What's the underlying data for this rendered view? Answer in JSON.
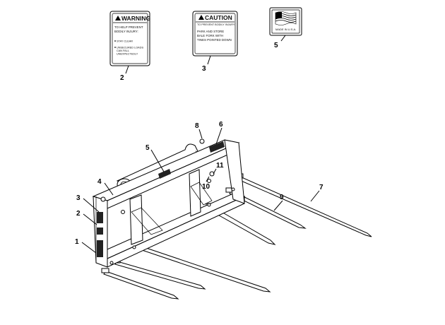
{
  "decals": {
    "warning": {
      "title": "WARNING",
      "line1": "TO HELP PREVENT",
      "line2": "BODILY INJURY:",
      "item1": "STAY CLEAR",
      "item2a": "UNSECURED LOADS",
      "item2b": "CAN FALL",
      "item2c": "UNEXPECTEDLY"
    },
    "caution": {
      "title": "CAUTION",
      "line1": "TO PREVENT BODILY INJURY",
      "line2": "PARK AND STORE",
      "line3": "BALE FORK WITH",
      "line4": "TINES POINTED DOWN"
    },
    "flag": {
      "caption": "MADE IN U.S.A."
    }
  },
  "callouts": {
    "c1": "1",
    "c2": "2",
    "c3": "3",
    "c4": "4",
    "c5": "5",
    "c6": "6",
    "c7": "7",
    "c8": "8",
    "c9": "9",
    "c10": "10",
    "c11": "11",
    "d2": "2",
    "d3": "3",
    "d5": "5"
  }
}
